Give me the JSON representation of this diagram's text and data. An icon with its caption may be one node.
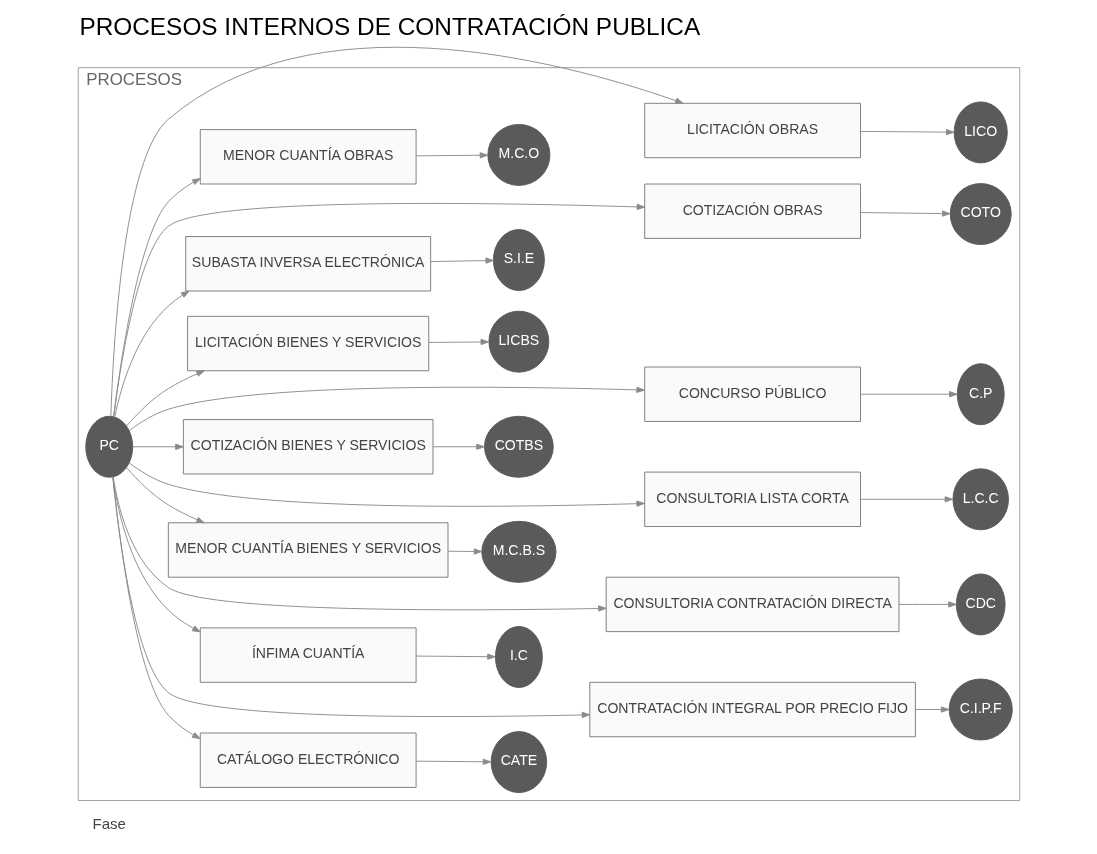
{
  "diagram": {
    "title": "PROCESOS INTERNOS DE CONTRATACIÓN PUBLICA",
    "nodes": [
      {
        "text": [
          "PROCESOS"
        ]
      },
      {
        "text": [
          "PC"
        ],
        "in": 0
      },
      {
        "text": [
          "CATÁLOGO ELECTRÓNICO"
        ],
        "in": 0
      },
      {
        "text": [
          "CATE"
        ],
        "in": 0
      },
      {
        "text": [
          "CONTRATACIÓN INTEGRAL POR PRECIO FIJO"
        ],
        "in": 0
      },
      {
        "text": [
          "C.I.P.F"
        ],
        "in": 0
      },
      {
        "text": [
          "ÍNFIMA CUANTÍA"
        ],
        "in": 0
      },
      {
        "text": [
          "I.C"
        ],
        "in": 0
      },
      {
        "text": [
          "CONSULTORIA CONTRATACIÓN DIRECTA"
        ],
        "in": 0
      },
      {
        "text": [
          "CDC"
        ],
        "in": 0
      },
      {
        "text": [
          "MENOR CUANTÍA BIENES Y SERVICIOS"
        ],
        "in": 0
      },
      {
        "text": [
          "M.C.B.S"
        ],
        "in": 0
      },
      {
        "text": [
          "CONSULTORIA LISTA CORTA"
        ],
        "in": 0
      },
      {
        "text": [
          "L.C.C"
        ],
        "in": 0
      },
      {
        "text": [
          "COTIZACIÓN BIENES Y SERVICIOS"
        ],
        "in": 0
      },
      {
        "text": [
          "COTBS"
        ],
        "in": 0
      },
      {
        "text": [
          "CONCURSO PÚBLICO"
        ],
        "in": 0
      },
      {
        "text": [
          "C.P"
        ],
        "in": 0
      },
      {
        "text": [
          "LICITACIÓN BIENES Y SERVICIOS"
        ],
        "in": 0
      },
      {
        "text": [
          "LICBS"
        ],
        "in": 0
      },
      {
        "text": [
          "SUBASTA INVERSA ELECTRÓNICA"
        ],
        "in": 0
      },
      {
        "text": [
          "S.I.E"
        ],
        "in": 0
      },
      {
        "text": [
          "COTIZACIÓN OBRAS"
        ],
        "in": 0
      },
      {
        "text": [
          "COTO"
        ],
        "in": 0
      },
      {
        "text": [
          "MENOR CUANTÍA OBRAS"
        ],
        "in": 0
      },
      {
        "text": [
          "M.C.O"
        ],
        "in": 0
      },
      {
        "text": [
          "LICITACIÓN OBRAS"
        ],
        "in": 0
      },
      {
        "text": [
          "LICO"
        ],
        "in": 0
      }
    ],
    "edges": [
      {
        "from": 1,
        "to": 2,
        "arrow": "to"
      },
      {
        "from": 2,
        "to": 3,
        "arrow": "to"
      },
      {
        "from": 1,
        "to": 4,
        "arrow": "to"
      },
      {
        "from": 4,
        "to": 5,
        "arrow": "to"
      },
      {
        "from": 1,
        "to": 6,
        "arrow": "to"
      },
      {
        "from": 6,
        "to": 7,
        "arrow": "to"
      },
      {
        "from": 1,
        "to": 8,
        "arrow": "to"
      },
      {
        "from": 8,
        "to": 9,
        "arrow": "to"
      },
      {
        "from": 1,
        "to": 10,
        "arrow": "to"
      },
      {
        "from": 10,
        "to": 11,
        "arrow": "to"
      },
      {
        "from": 1,
        "to": 12,
        "arrow": "to"
      },
      {
        "from": 12,
        "to": 13,
        "arrow": "to"
      },
      {
        "from": 1,
        "to": 14,
        "arrow": "to"
      },
      {
        "from": 14,
        "to": 15,
        "arrow": "to"
      },
      {
        "from": 1,
        "to": 16,
        "arrow": "to"
      },
      {
        "from": 16,
        "to": 17,
        "arrow": "to"
      },
      {
        "from": 1,
        "to": 18,
        "arrow": "to"
      },
      {
        "from": 18,
        "to": 19,
        "arrow": "to"
      },
      {
        "from": 1,
        "to": 20,
        "arrow": "to"
      },
      {
        "from": 20,
        "to": 21,
        "arrow": "to"
      },
      {
        "from": 1,
        "to": 22,
        "arrow": "to"
      },
      {
        "from": 22,
        "to": 23,
        "arrow": "to"
      },
      {
        "from": 1,
        "to": 24,
        "arrow": "to"
      },
      {
        "from": 24,
        "to": 25,
        "arrow": "to"
      },
      {
        "from": 1,
        "to": 26,
        "arrow": "to"
      },
      {
        "from": 26,
        "to": 27,
        "arrow": "to"
      }
    ],
    "labels": [
      "Fase"
    ]
  }
}
